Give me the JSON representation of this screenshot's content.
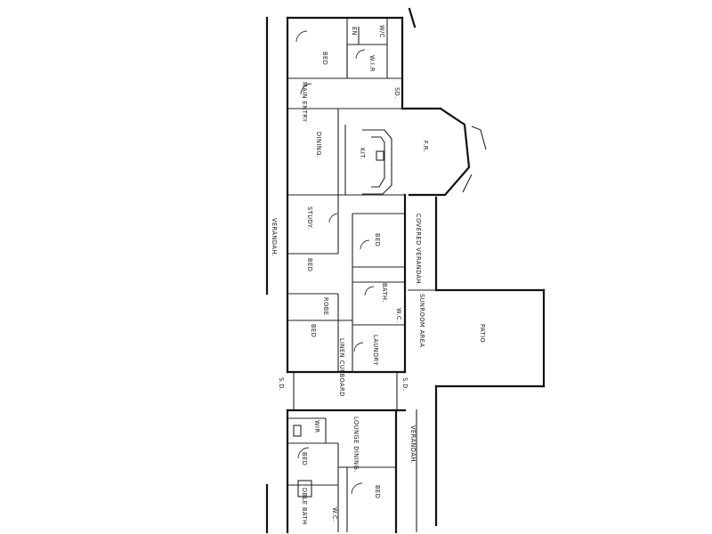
{
  "labels": {
    "bed": "BED",
    "en": "EN",
    "wic": "W/C",
    "wir": "W.I.R",
    "main_entry": "MAIN ENTRY",
    "dining": "DINING.",
    "kit": "KIT.",
    "fr": "F.R.",
    "sd": "SD.",
    "study": "STUDY.",
    "bed2": "BED",
    "bed3": "BED",
    "robe": "ROBE",
    "bed4": "BED",
    "bath": "BATH.",
    "wc2": "W.C.",
    "laundry": "LAUNDRY",
    "linen": "LINEN CUPBOARD",
    "covered_verandah": "COVERED VERANDAH.",
    "sunroom": "SUNROOM AREA",
    "patio": "PATIO",
    "verandah_left": "VERANDAH.",
    "sd_mid_left": "S.D.",
    "sd_mid_right": "S.D.",
    "lounge_dining": "LOUNGE DINING.",
    "verandah_right": "VERANDAH.",
    "bed5": "BED",
    "bed6": "BED",
    "wir2": "WIR",
    "dbl_bath": "DBLE BATH",
    "wc3": "W.C."
  }
}
